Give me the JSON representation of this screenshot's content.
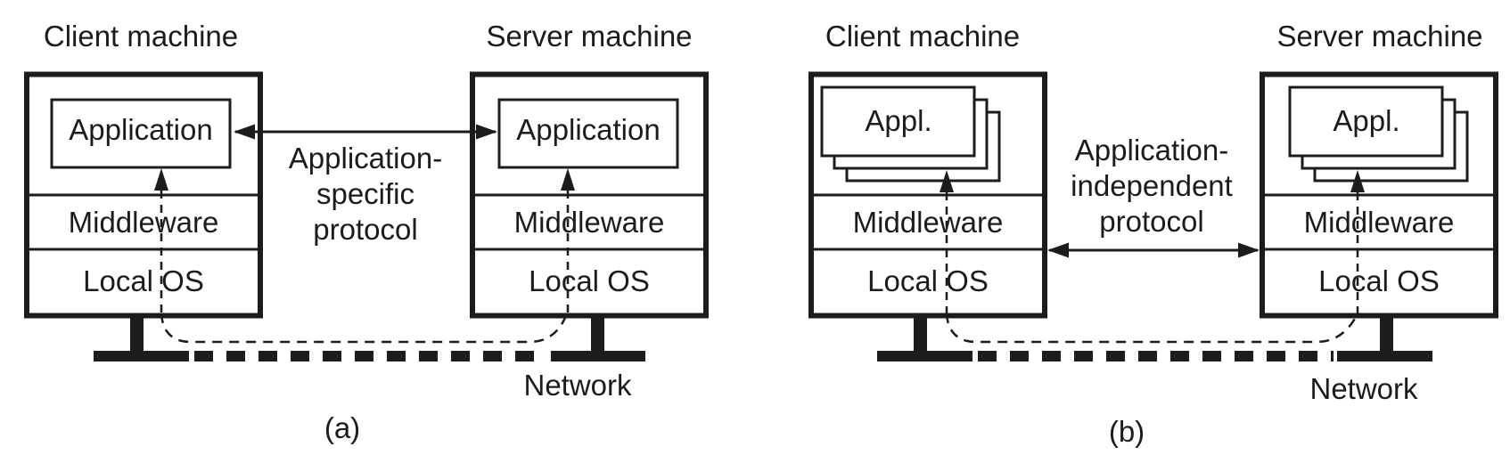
{
  "figure_type": "middleware-protocol-diagram",
  "colors": {
    "ink": "#1c1c1c",
    "paper": "#ffffff"
  },
  "panel_a": {
    "caption": "(a)",
    "client_title": "Client machine",
    "server_title": "Server machine",
    "client_app": "Application",
    "server_app": "Application",
    "middleware": "Middleware",
    "local_os": "Local OS",
    "protocol_lines": [
      "Application-",
      "specific",
      "protocol"
    ],
    "network": "Network"
  },
  "panel_b": {
    "caption": "(b)",
    "client_title": "Client machine",
    "server_title": "Server machine",
    "client_app": "Appl.",
    "server_app": "Appl.",
    "middleware": "Middleware",
    "local_os": "Local OS",
    "protocol_lines": [
      "Application-",
      "independent",
      "protocol"
    ],
    "network": "Network"
  }
}
